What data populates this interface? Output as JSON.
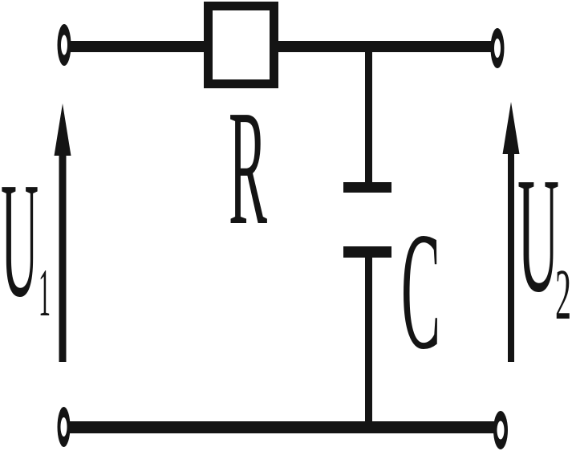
{
  "meta": {
    "type": "circuit-diagram",
    "circuit": "RC low-pass filter"
  },
  "colors": {
    "ink": "#141414",
    "background": "#ffffff"
  },
  "labels": {
    "resistor": "R",
    "capacitor": "C",
    "input_voltage": {
      "base": "U",
      "sub": "1"
    },
    "output_voltage": {
      "base": "U",
      "sub": "2"
    }
  }
}
